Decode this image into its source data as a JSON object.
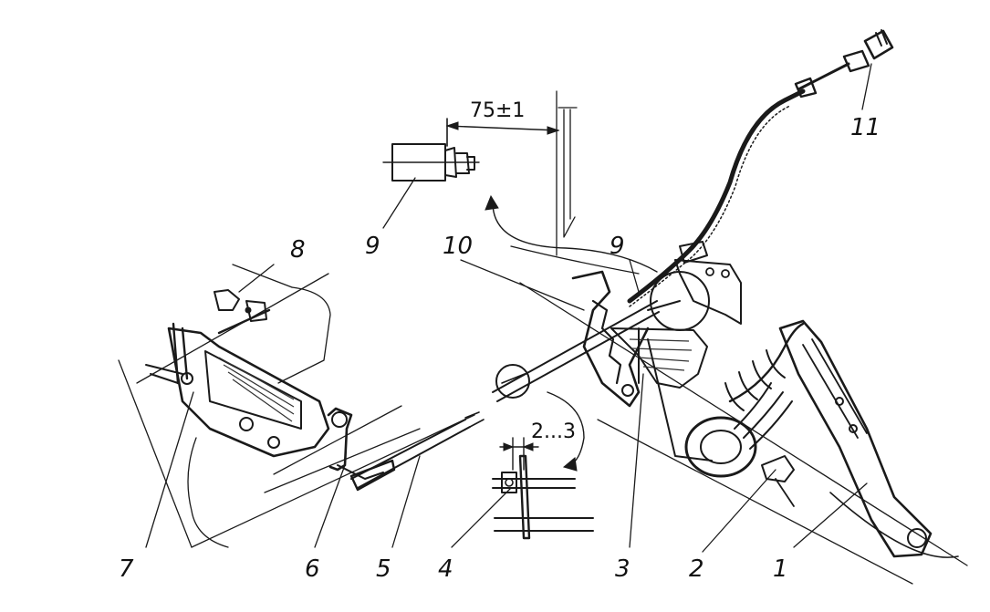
{
  "labels": {
    "l1": "1",
    "l2": "2",
    "l3": "3",
    "l4": "4",
    "l5": "5",
    "l6": "6",
    "l7": "7",
    "l8": "8",
    "l9a": "9",
    "l9b": "9",
    "l10": "10",
    "l11": "11"
  },
  "dimensions": {
    "top": "75±1",
    "gap": "2...3"
  }
}
